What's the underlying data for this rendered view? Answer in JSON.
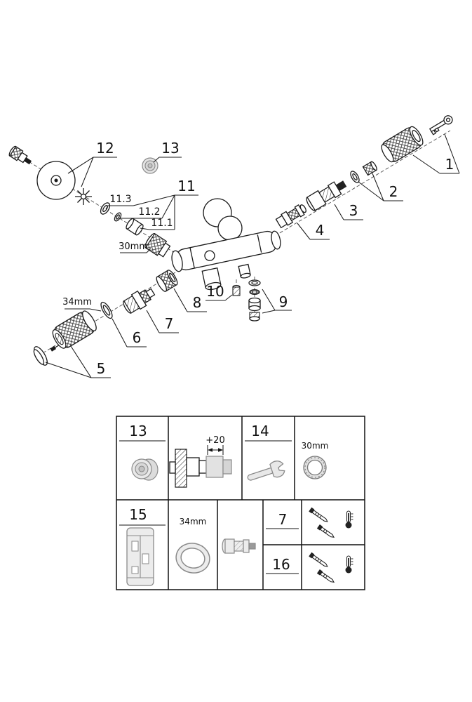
{
  "figure": {
    "labels": {
      "n1": "1",
      "n2": "2",
      "n3": "3",
      "n4": "4",
      "n5": "5",
      "n6": "6",
      "n7": "7",
      "n8": "8",
      "n9": "9",
      "n10": "10",
      "n11": "11",
      "n11_1": "11.1",
      "n11_2": "11.2",
      "n11_3": "11.3",
      "n12": "12",
      "n13": "13",
      "dim30": "30mm",
      "dim34": "34mm"
    }
  },
  "table": {
    "n13": "13",
    "n14": "14",
    "n15": "15",
    "n7": "7",
    "n16": "16",
    "plus20": "+20",
    "dim30": "30mm",
    "dim34": "34mm"
  },
  "colors": {
    "ink": "#1a1a1a",
    "gray_part": "#e4e4e4",
    "gray_stroke": "#8a8a8a"
  }
}
